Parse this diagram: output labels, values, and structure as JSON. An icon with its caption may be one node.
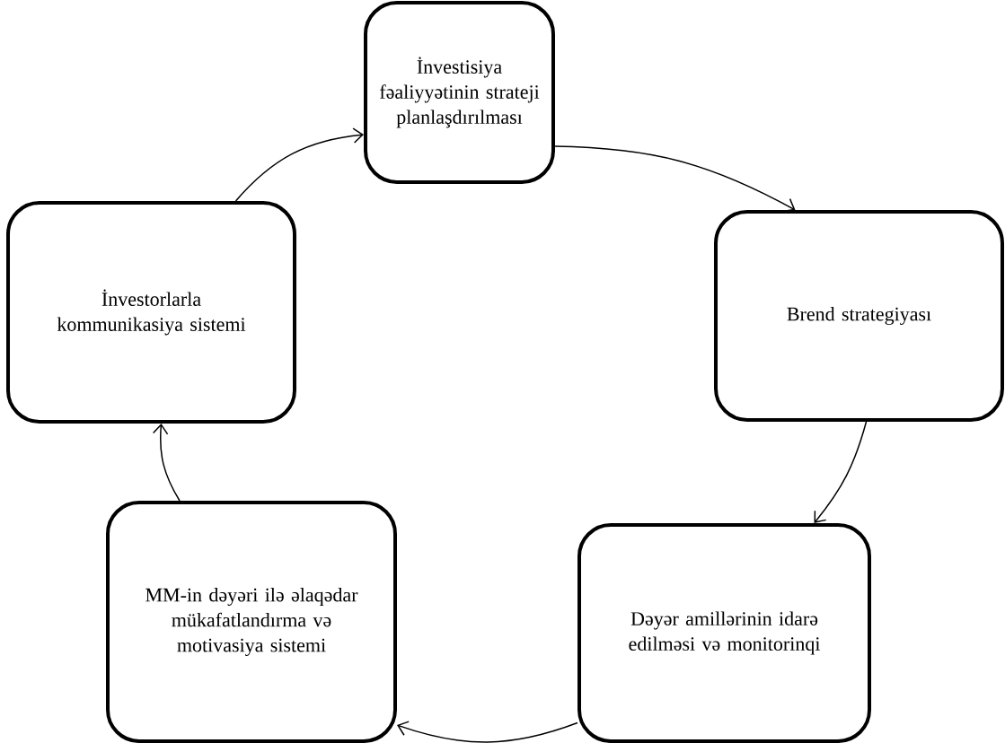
{
  "diagram": {
    "nodes": [
      {
        "text": [
          "İnvestisiya fəaliyyətinin strateji planlaşdırılması"
        ]
      },
      {
        "text": [
          "Brend strategiyası"
        ]
      },
      {
        "text": [
          "Dəyər amillərinin idarə edilməsi və monitorinqi"
        ]
      },
      {
        "text": [
          "MM-in dəyəri ilə əlaqədar mükafatlandırma və motivasiya sistemi"
        ]
      },
      {
        "text": [
          "İnvestorlarla kommunikasiya sistemi"
        ]
      }
    ],
    "edges": [
      {
        "from": 4,
        "to": 0,
        "arrow": "to"
      },
      {
        "from": 0,
        "to": 1,
        "arrow": "to"
      },
      {
        "from": 1,
        "to": 2,
        "arrow": "to"
      },
      {
        "from": 2,
        "to": 3,
        "arrow": "to"
      },
      {
        "from": 3,
        "to": 4,
        "arrow": "to"
      }
    ]
  }
}
